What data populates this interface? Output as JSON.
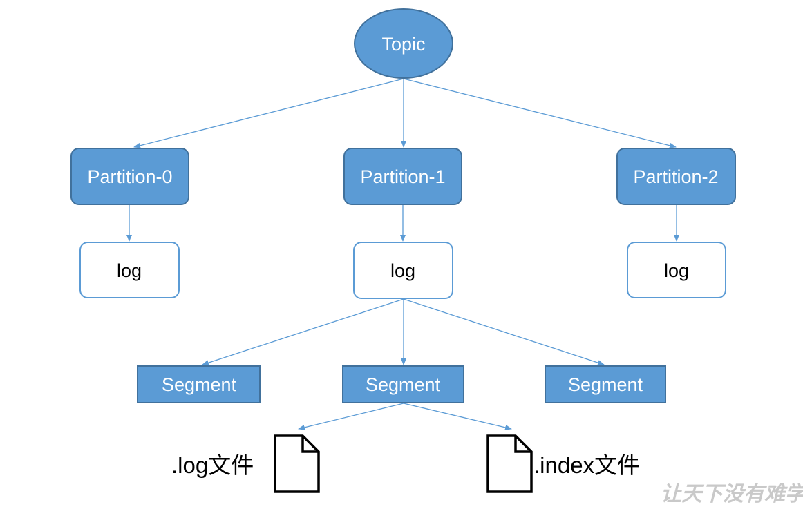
{
  "diagram": {
    "colors": {
      "node_fill": "#5b9bd5",
      "node_border": "#41719c",
      "edge": "#5b9bd5",
      "log_border": "#5b9bd5",
      "text_on_fill": "#ffffff",
      "text_dark": "#000000"
    },
    "topic": {
      "label": "Topic"
    },
    "partitions": [
      {
        "label": "Partition-0"
      },
      {
        "label": "Partition-1"
      },
      {
        "label": "Partition-2"
      }
    ],
    "logs": [
      {
        "label": "log"
      },
      {
        "label": "log"
      },
      {
        "label": "log"
      }
    ],
    "segments": [
      {
        "label": "Segment"
      },
      {
        "label": "Segment"
      },
      {
        "label": "Segment"
      }
    ],
    "files": [
      {
        "label": ".log文件",
        "icon": "file-icon"
      },
      {
        "label": ".index文件",
        "icon": "file-icon"
      }
    ],
    "edges": [
      {
        "from": "Topic",
        "to": "Partition-0"
      },
      {
        "from": "Topic",
        "to": "Partition-1"
      },
      {
        "from": "Topic",
        "to": "Partition-2"
      },
      {
        "from": "Partition-0",
        "to": "log"
      },
      {
        "from": "Partition-1",
        "to": "log"
      },
      {
        "from": "Partition-2",
        "to": "log"
      },
      {
        "from": "log",
        "to": "Segment"
      },
      {
        "from": "log",
        "to": "Segment"
      },
      {
        "from": "log",
        "to": "Segment"
      },
      {
        "from": "Segment",
        "to": ".log文件"
      },
      {
        "from": "Segment",
        "to": ".index文件"
      }
    ]
  },
  "watermark": {
    "text": "让天下没有难学"
  }
}
